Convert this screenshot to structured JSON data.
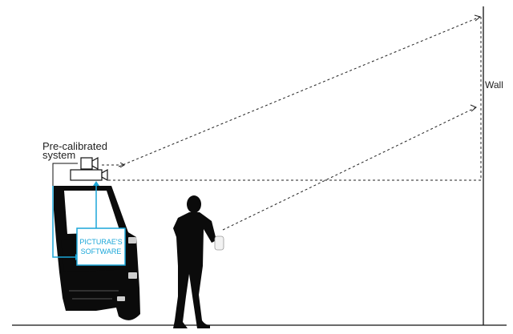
{
  "labels": {
    "wall": "Wall",
    "system_line1": "Pre-calibrated",
    "system_line2": "system",
    "software_line1": "PICTURAE'S",
    "software_line2": "SOFTWARE"
  },
  "colors": {
    "ink": "#111111",
    "accent": "#1aa6d8",
    "dashed": "#222222"
  },
  "icons": [
    "camera-icon",
    "projector-icon",
    "car-silhouette",
    "person-silhouette",
    "remote-device-icon"
  ]
}
